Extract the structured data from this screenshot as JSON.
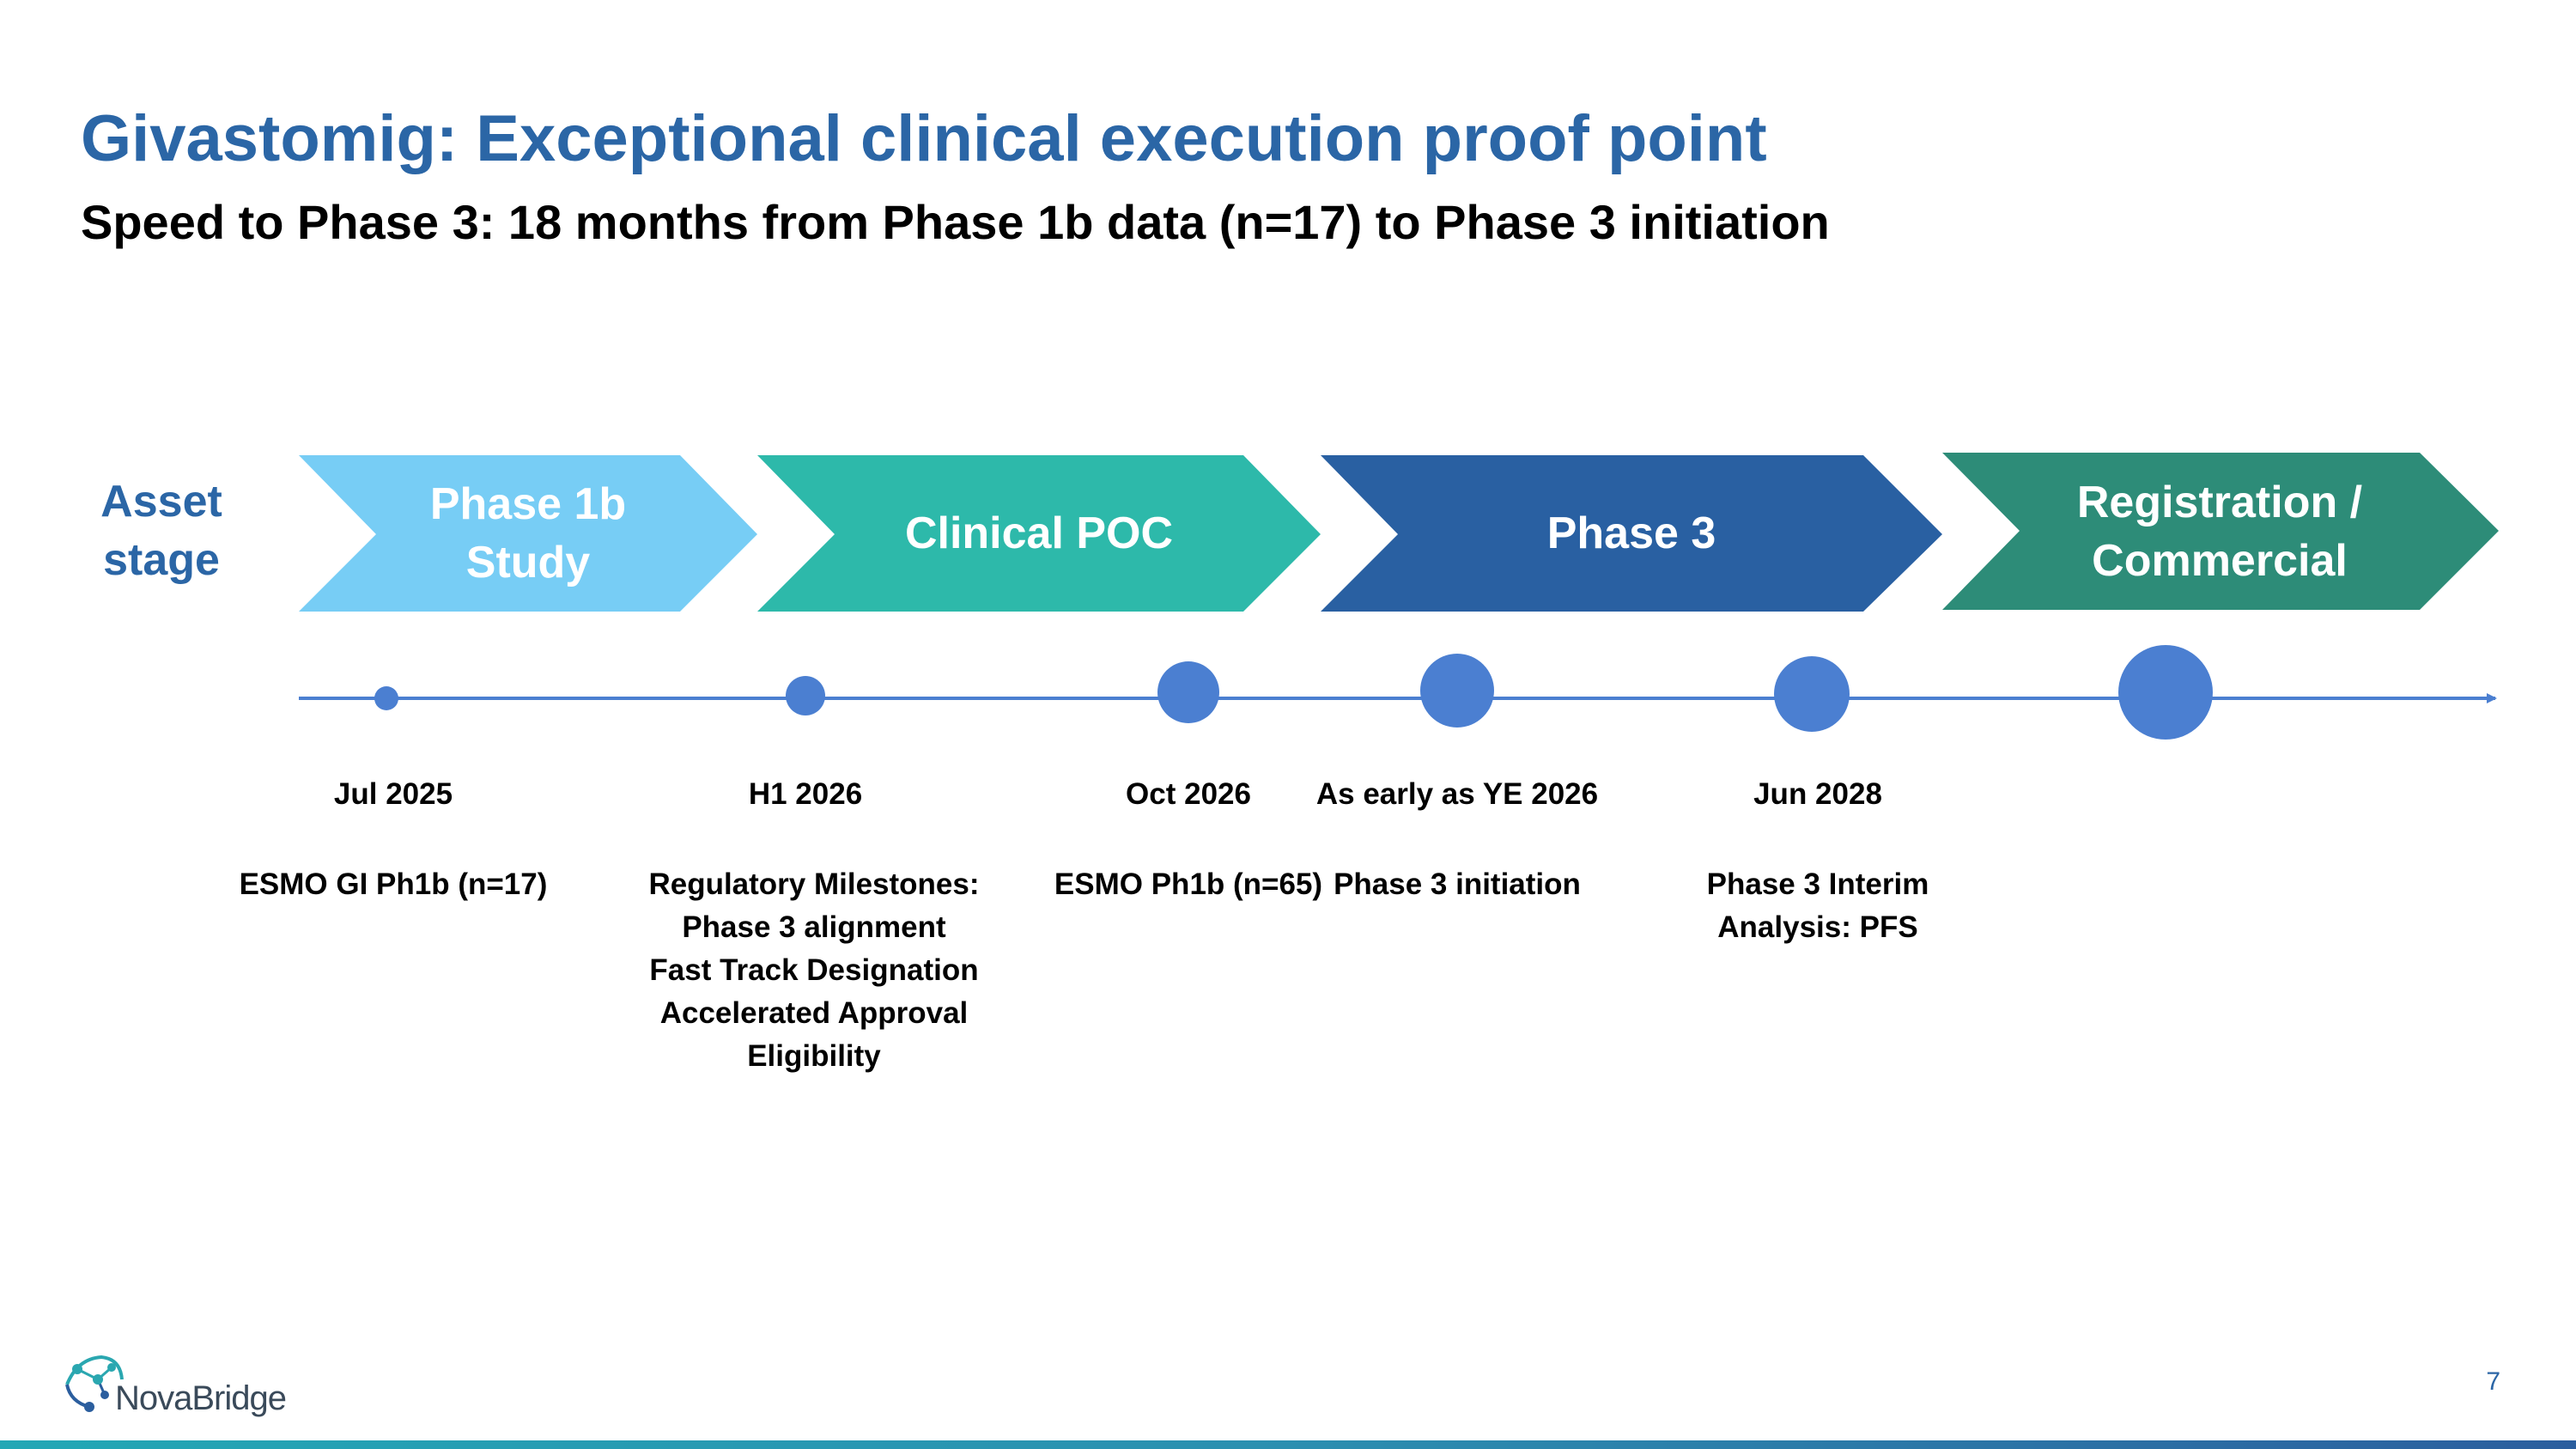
{
  "header": {
    "title": "Givastomig: Exceptional clinical execution proof point",
    "subtitle": "Speed to Phase 3: 18 months from Phase 1b data (n=17) to Phase 3 initiation"
  },
  "asset_stage": {
    "label_line1": "Asset",
    "label_line2": "stage",
    "stages": [
      {
        "line1": "Phase 1b",
        "line2": "Study",
        "color": "#77CDF5"
      },
      {
        "line1": "Clinical POC",
        "line2": "",
        "color": "#2DB9AA"
      },
      {
        "line1": "Phase 3",
        "line2": "",
        "color": "#2960A2"
      },
      {
        "line1": "Registration /",
        "line2": "Commercial",
        "color": "#2D8C78"
      }
    ]
  },
  "timeline": {
    "line_color": "#4B7FD1",
    "milestones": [
      {
        "date": "Jul 2025",
        "desc": [
          "ESMO GI Ph1b (n=17)"
        ]
      },
      {
        "date": "H1 2026",
        "desc": [
          "Regulatory Milestones:",
          "Phase 3 alignment",
          "Fast Track Designation",
          "Accelerated Approval",
          "Eligibility"
        ]
      },
      {
        "date": "Oct 2026",
        "desc": [
          "ESMO Ph1b (n=65)"
        ]
      },
      {
        "date": "As early as YE 2026",
        "desc": [
          "Phase 3 initiation"
        ]
      },
      {
        "date": "Jun 2028",
        "desc": [
          "Phase 3 Interim",
          "Analysis: PFS"
        ]
      },
      {
        "date": "",
        "desc": []
      }
    ]
  },
  "footer": {
    "logo_text": "NovaBridge",
    "page_number": "7"
  }
}
